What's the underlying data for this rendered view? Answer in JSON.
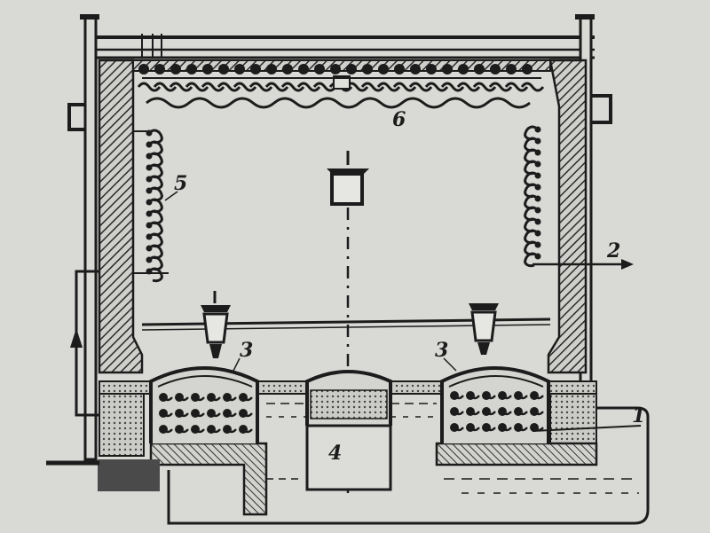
{
  "diagram": {
    "labels": {
      "l1": "1",
      "l2": "2",
      "l3_left": "3",
      "l3_right": "3",
      "l4": "4",
      "l5": "5",
      "l6": "6"
    },
    "colors": {
      "paper": "#d9d9d6",
      "ink": "#1c1c1c",
      "wall": "#6e6e6e"
    }
  }
}
